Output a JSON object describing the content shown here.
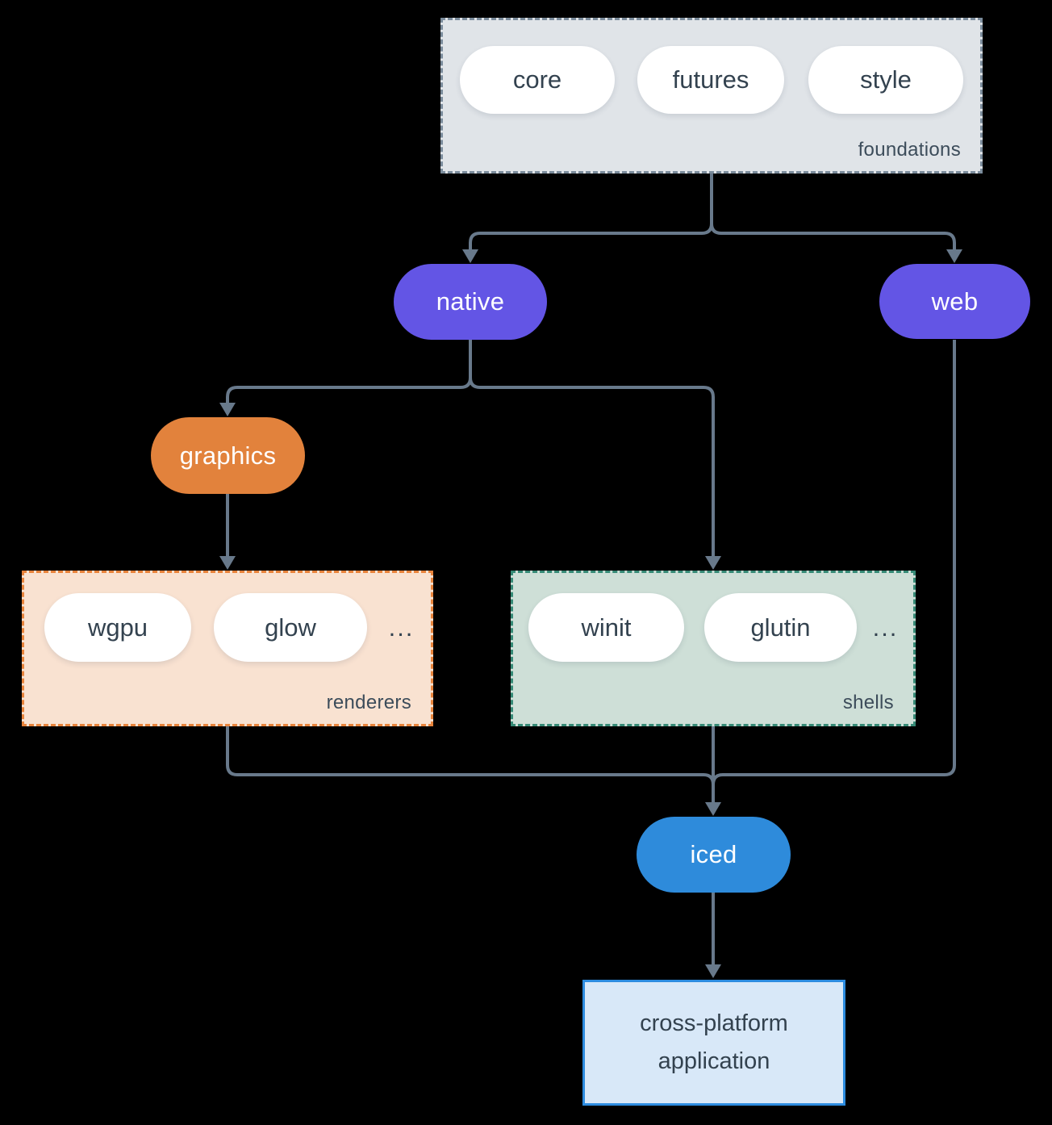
{
  "diagram": {
    "background_color": "#000000",
    "connector_color": "#68798b",
    "groups": {
      "foundations": {
        "label": "foundations",
        "fill": "#e0e4e8",
        "border_color": "#7b8c9c",
        "pills": [
          "core",
          "futures",
          "style"
        ]
      },
      "renderers": {
        "label": "renderers",
        "fill": "#f9e2d1",
        "border_color": "#e8843c",
        "pills": [
          "wgpu",
          "glow"
        ],
        "ellipsis": "..."
      },
      "shells": {
        "label": "shells",
        "fill": "#cedfd7",
        "border_color": "#368a76",
        "pills": [
          "winit",
          "glutin"
        ],
        "ellipsis": "..."
      }
    },
    "nodes": {
      "native": {
        "label": "native",
        "fill": "#6355e5",
        "text_color": "#ffffff"
      },
      "web": {
        "label": "web",
        "fill": "#6355e5",
        "text_color": "#ffffff"
      },
      "graphics": {
        "label": "graphics",
        "fill": "#e2823c",
        "text_color": "#ffffff"
      },
      "iced": {
        "label": "iced",
        "fill": "#2e8bdb",
        "text_color": "#ffffff"
      },
      "application": {
        "lines": [
          "cross-platform",
          "application"
        ],
        "fill": "#d8e8f8",
        "border_color": "#2d8ce0"
      }
    }
  }
}
